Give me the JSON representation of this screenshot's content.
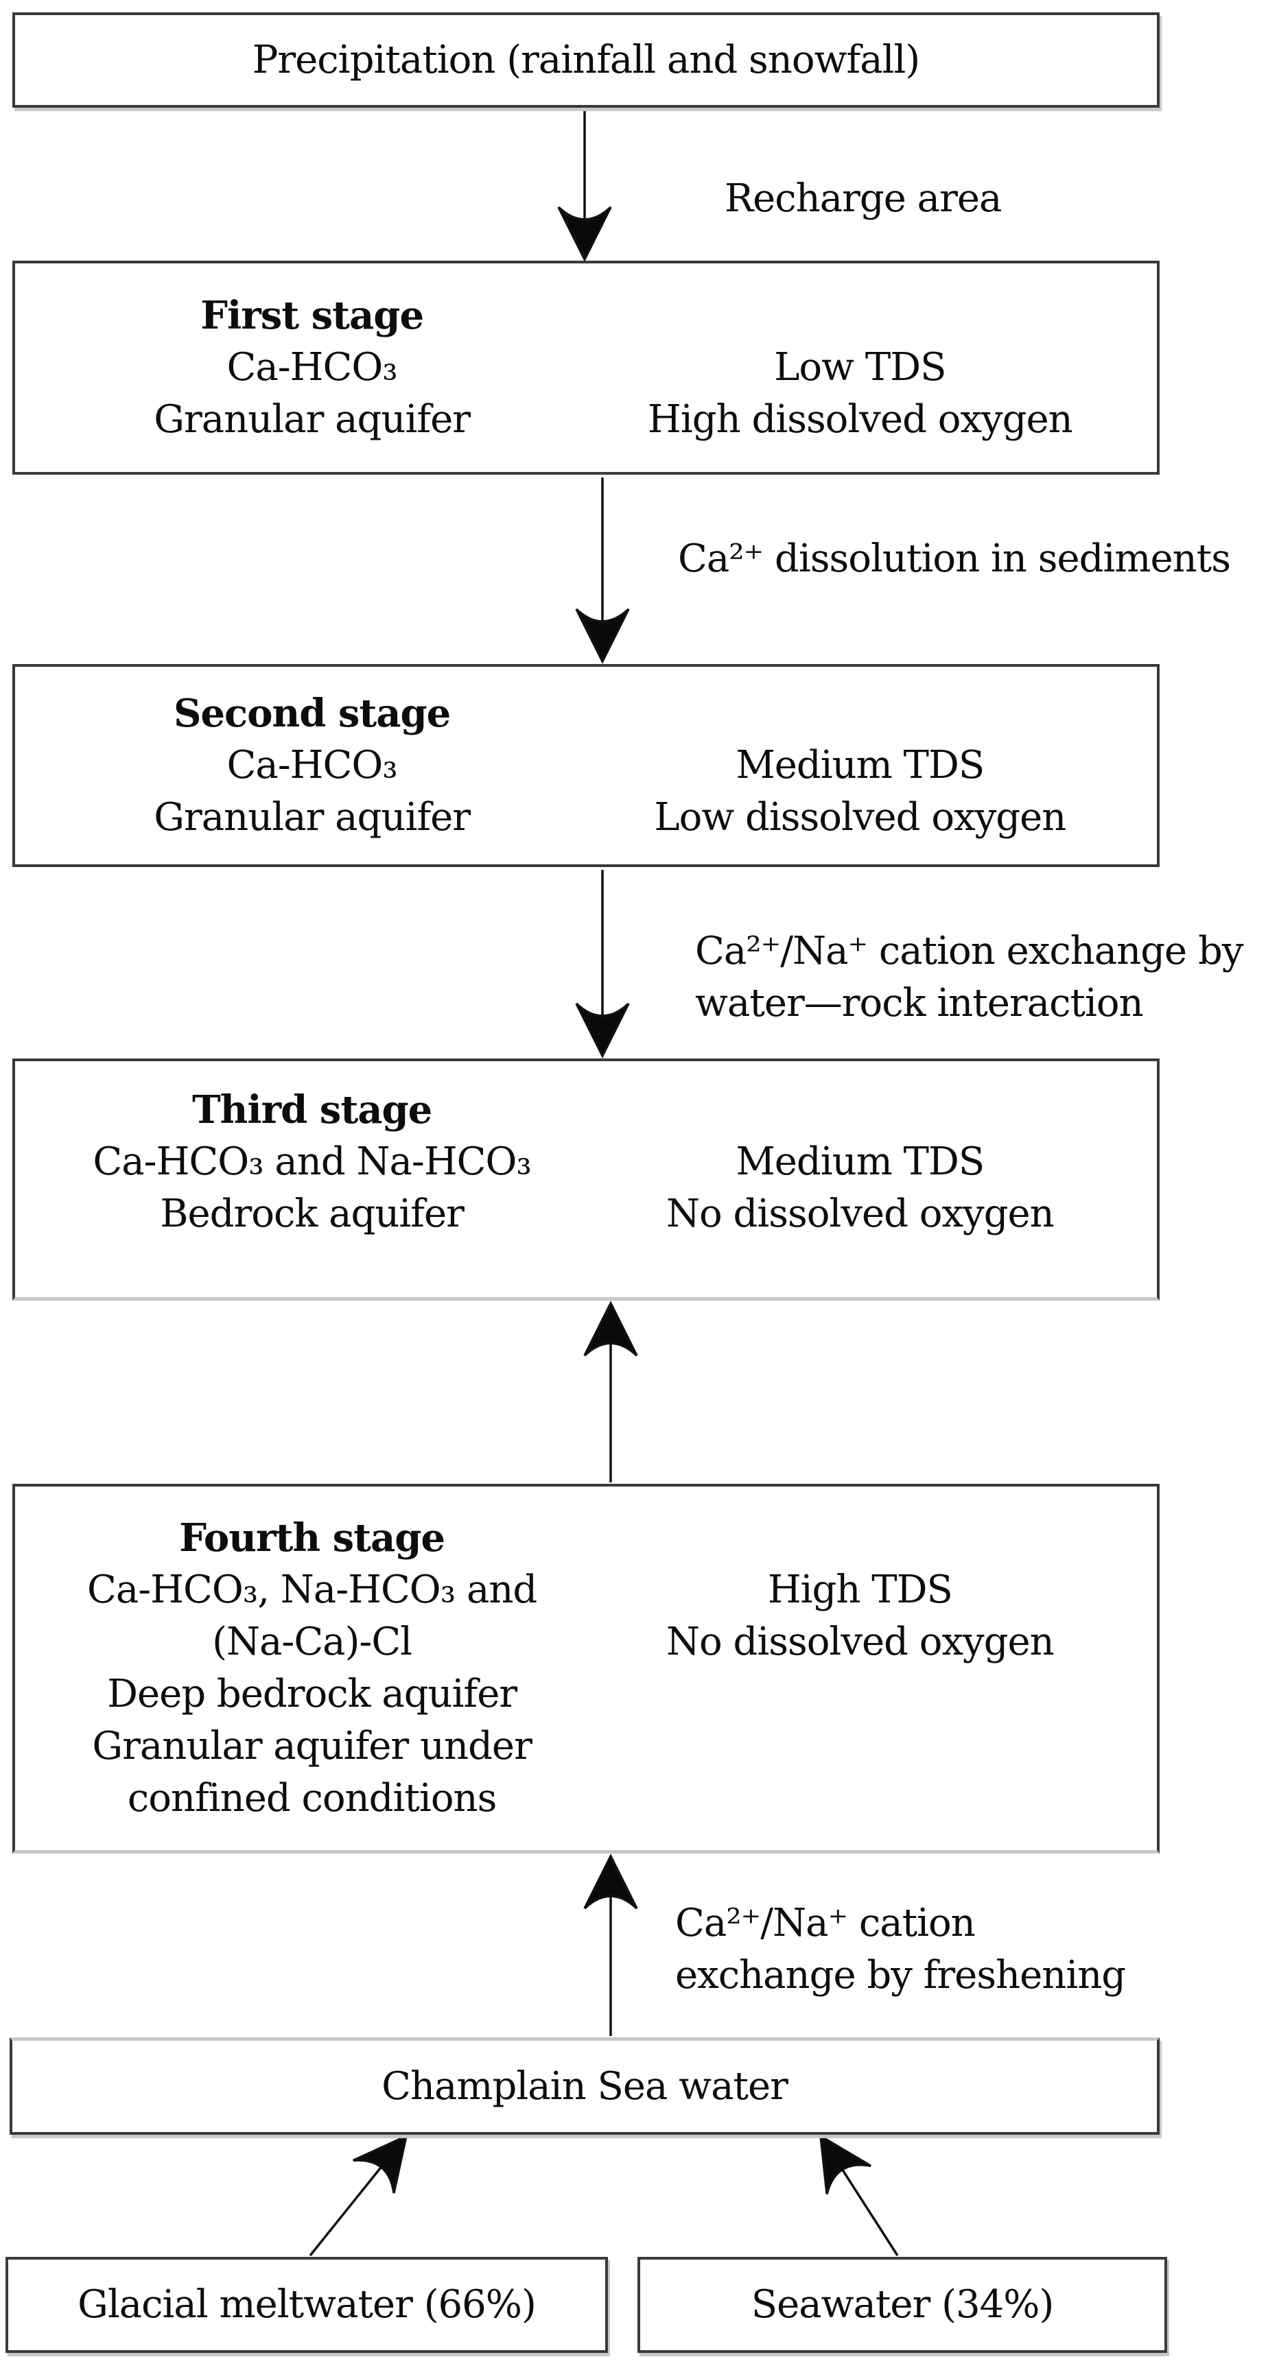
{
  "colors": {
    "box_border": "#3a3a3a",
    "light_border": "#c6c6c6",
    "shadow": "#c8c8c8",
    "text": "#0d0d0d",
    "background": "#ffffff",
    "arrow": "#111111"
  },
  "boxes": {
    "precipitation": {
      "text": "Precipitation (rainfall and snowfall)"
    },
    "stage1": {
      "title": "First stage",
      "left": [
        "Ca-HCO₃",
        "Granular aquifer"
      ],
      "right": [
        "Low TDS",
        "High dissolved oxygen"
      ]
    },
    "stage2": {
      "title": "Second stage",
      "left": [
        "Ca-HCO₃",
        "Granular aquifer"
      ],
      "right": [
        "Medium TDS",
        "Low dissolved oxygen"
      ]
    },
    "stage3": {
      "title": "Third stage",
      "left": [
        "Ca-HCO₃ and Na-HCO₃",
        "Bedrock aquifer"
      ],
      "right": [
        "Medium TDS",
        "No dissolved oxygen"
      ]
    },
    "stage4": {
      "title": "Fourth stage",
      "left": [
        "Ca-HCO₃, Na-HCO₃ and",
        "(Na-Ca)-Cl",
        "Deep bedrock aquifer",
        "Granular aquifer under",
        "confined conditions"
      ],
      "right": [
        "High TDS",
        "No dissolved oxygen"
      ]
    },
    "champlain": {
      "text": "Champlain Sea water"
    },
    "glacial_meltwater": {
      "text": "Glacial meltwater (66%)"
    },
    "seawater": {
      "text": "Seawater (34%)"
    }
  },
  "arrow_labels": {
    "recharge": [
      "Recharge area"
    ],
    "dissolution": [
      "Ca²⁺ dissolution in sediments"
    ],
    "cation_exchange_rock": [
      "Ca²⁺/Na⁺ cation exchange by",
      "water—rock interaction"
    ],
    "cation_exchange_freshening": [
      "Ca²⁺/Na⁺ cation",
      "exchange by freshening"
    ]
  },
  "arrows": [
    {
      "from": "precipitation",
      "to": "stage1",
      "direction": "down"
    },
    {
      "from": "stage1",
      "to": "stage2",
      "direction": "down"
    },
    {
      "from": "stage2",
      "to": "stage3",
      "direction": "down"
    },
    {
      "from": "stage4",
      "to": "stage3",
      "direction": "up"
    },
    {
      "from": "champlain",
      "to": "stage4",
      "direction": "up"
    },
    {
      "from": "glacial_meltwater",
      "to": "champlain",
      "direction": "up-right"
    },
    {
      "from": "seawater",
      "to": "champlain",
      "direction": "up-left"
    }
  ]
}
